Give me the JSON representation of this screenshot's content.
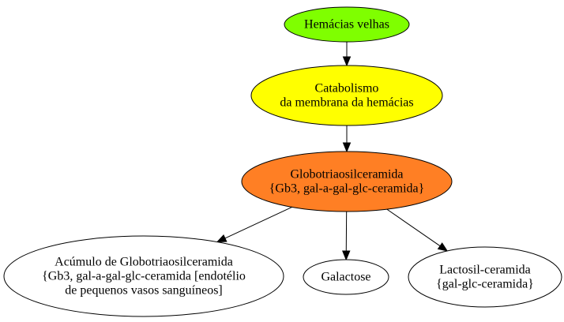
{
  "nodes": [
    {
      "id": "hemacias",
      "lines": [
        "Hemácias velhas"
      ],
      "fill": "#7fff00"
    },
    {
      "id": "catabolismo",
      "lines": [
        "Catabolismo",
        "da membrana da hemácias"
      ],
      "fill": "#ffff00"
    },
    {
      "id": "gb3",
      "lines": [
        "Globotriaosilceramida",
        "{Gb3, gal-a-gal-glc-ceramida}"
      ],
      "fill": "#ff7f24"
    },
    {
      "id": "acumulo",
      "lines": [
        "Acúmulo de Globotriaosilceramida",
        "{Gb3, gal-a-gal-glc-ceramida [endotélio",
        "de pequenos vasos sanguíneos]"
      ],
      "fill": "#ffffff"
    },
    {
      "id": "galactose",
      "lines": [
        "Galactose"
      ],
      "fill": "#ffffff"
    },
    {
      "id": "lactosil",
      "lines": [
        "Lactosil-ceramida",
        "{gal-glc-ceramida}"
      ],
      "fill": "#ffffff"
    }
  ],
  "edges": [
    {
      "from": "hemacias",
      "to": "catabolismo"
    },
    {
      "from": "catabolismo",
      "to": "gb3"
    },
    {
      "from": "gb3",
      "to": "acumulo"
    },
    {
      "from": "gb3",
      "to": "galactose"
    },
    {
      "from": "gb3",
      "to": "lactosil"
    }
  ]
}
